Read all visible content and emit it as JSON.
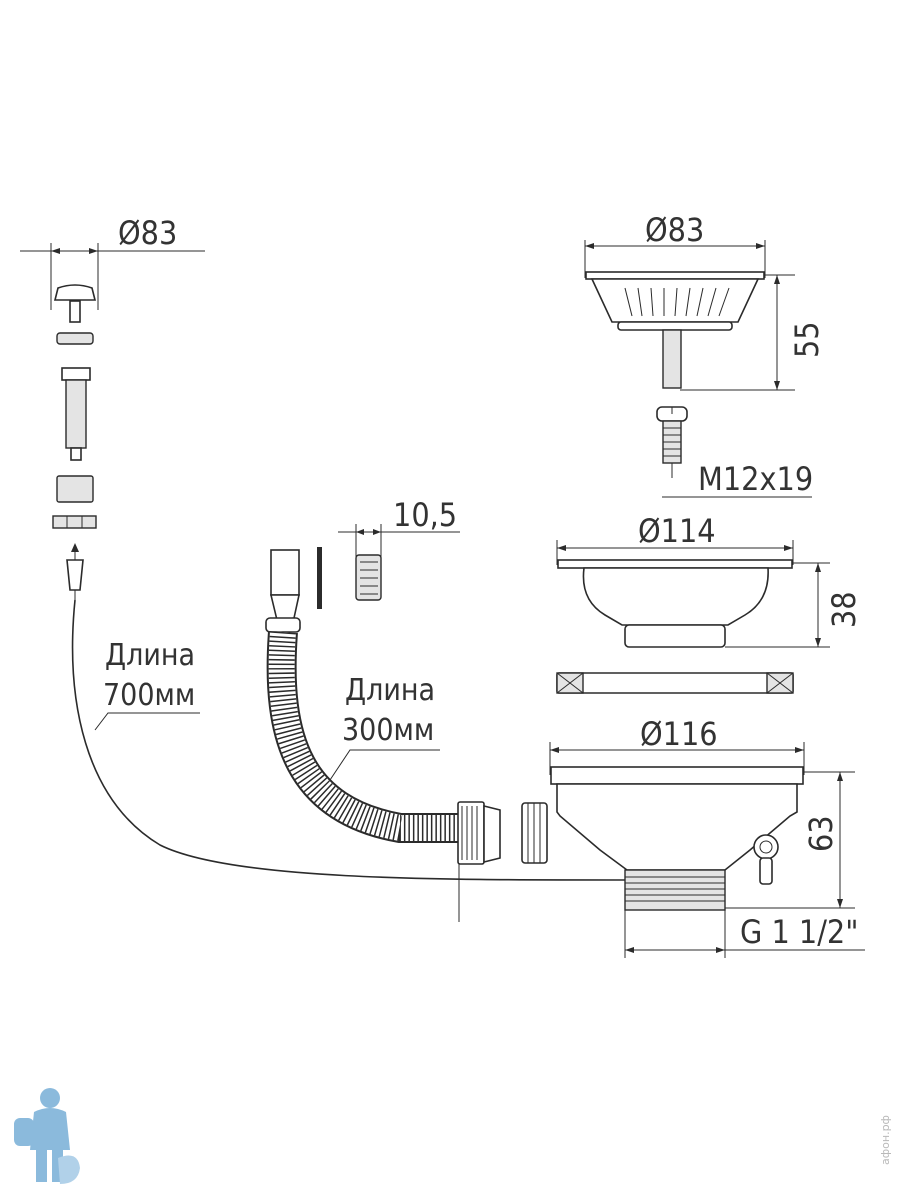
{
  "labels": {
    "stopper_diameter": "Ø83",
    "strainer_diameter": "Ø83",
    "strainer_height": "55",
    "screw_size": "M12x19",
    "bowl_diameter": "Ø114",
    "bowl_height": "38",
    "nut_width": "10,5",
    "body_diameter": "Ø116",
    "body_height": "63",
    "thread": "G 1 1/2\"",
    "cable_label_word": "Длина",
    "cable_label_length": "700мм",
    "hose_label_word": "Длина",
    "hose_label_length": "300мм"
  },
  "watermark": "афон.рф",
  "colors": {
    "ink": "#2b2b2b",
    "logo": "#7fb3d9"
  }
}
